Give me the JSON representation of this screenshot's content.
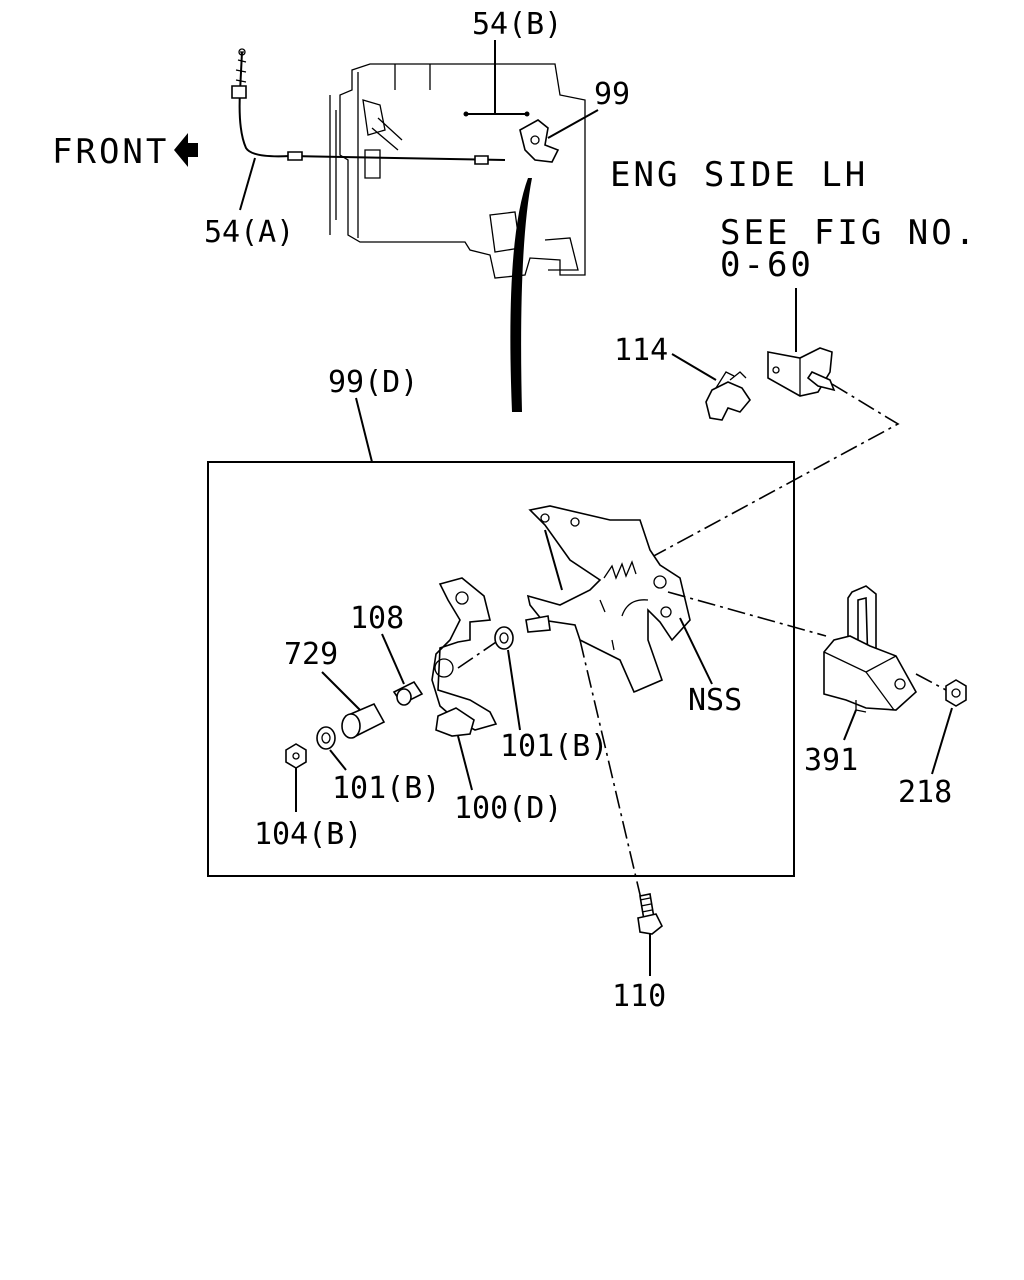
{
  "header": {
    "front_label": "FRONT",
    "eng_side": "ENG SIDE LH",
    "see_fig_line1": "SEE FIG NO.",
    "see_fig_line2": "0-60"
  },
  "callouts": {
    "c_54b": "54(B)",
    "c_99": "99",
    "c_54a": "54(A)",
    "c_114": "114",
    "c_99d": "99(D)",
    "c_108": "108",
    "c_729": "729",
    "c_101b_inner": "101(B)",
    "c_101b_left": "101(B)",
    "c_104b": "104(B)",
    "c_100d": "100(D)",
    "c_nss": "NSS",
    "c_391": "391",
    "c_218": "218",
    "c_110": "110"
  }
}
